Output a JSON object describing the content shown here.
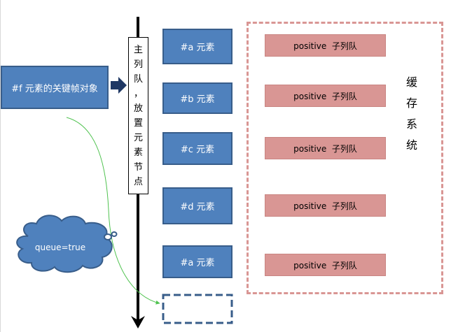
{
  "source_box": {
    "label": "#f 元素的关键帧对象"
  },
  "main_queue": {
    "chars": [
      "主",
      "列",
      "队",
      "，",
      "放",
      "置",
      "元",
      "素",
      "节",
      "点"
    ]
  },
  "element_nodes": [
    {
      "label": "#a 元素"
    },
    {
      "label": "#b 元素"
    },
    {
      "label": "#c 元素"
    },
    {
      "label": "#d 元素"
    },
    {
      "label": "#a 元素"
    }
  ],
  "sub_queues": [
    {
      "label": "positive  子列队"
    },
    {
      "label": "positive  子列队"
    },
    {
      "label": "positive  子列队"
    },
    {
      "label": "positive  子列队"
    },
    {
      "label": "positive  子列队"
    }
  ],
  "cache_system": {
    "chars": [
      "缓",
      "存",
      "系",
      "统"
    ]
  },
  "cloud": {
    "label": "queue=true"
  },
  "colors": {
    "node_fill": "#4f81bd",
    "node_border": "#385d8a",
    "sub_queue_fill": "#d99694",
    "cache_border": "#d99694",
    "connector": "#4fc24f"
  }
}
